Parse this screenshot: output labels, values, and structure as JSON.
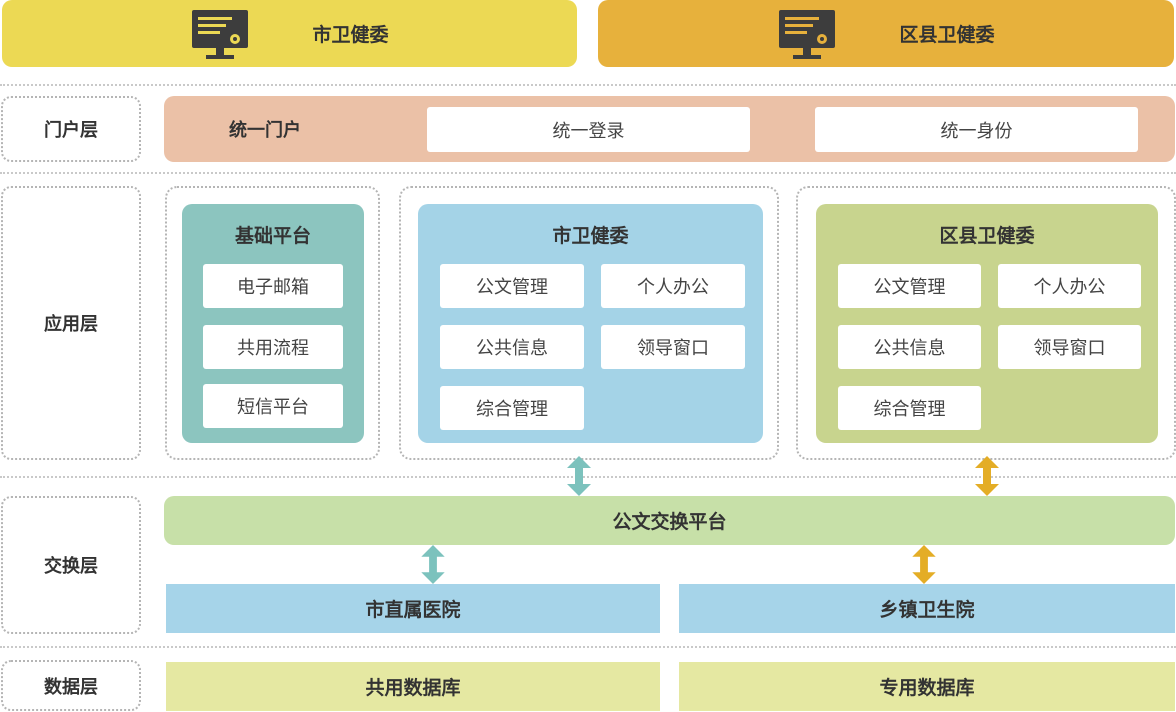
{
  "banners": {
    "city": "市卫健委",
    "county": "区县卫健委"
  },
  "layers": {
    "portal": "门户层",
    "application": "应用层",
    "exchange": "交换层",
    "data": "数据层"
  },
  "portal": {
    "title": "统一门户",
    "items": [
      "统一登录",
      "统一身份"
    ]
  },
  "apps": {
    "basic": {
      "title": "基础平台",
      "items": [
        "电子邮箱",
        "共用流程",
        "短信平台"
      ]
    },
    "city": {
      "title": "市卫健委",
      "items": [
        "公文管理",
        "个人办公",
        "公共信息",
        "领导窗口",
        "综合管理"
      ]
    },
    "county": {
      "title": "区县卫健委",
      "items": [
        "公文管理",
        "个人办公",
        "公共信息",
        "领导窗口",
        "综合管理"
      ]
    }
  },
  "exchange": {
    "platform": "公文交换平台",
    "targets": [
      "市直属医院",
      "乡镇卫生院"
    ]
  },
  "databases": [
    "共用数据库",
    "专用数据库"
  ],
  "colors": {
    "city_banner": "#ecd954",
    "county_banner": "#e7b13c",
    "portal": "#ebc1a7",
    "basic_panel": "#8cc5bf",
    "city_panel": "#a4d3e7",
    "county_panel": "#c8d48e",
    "exchange": "#c7e0a8",
    "hospital": "#a6d4e9",
    "database": "#e5e8a2",
    "teal_arrow": "#7cc2bd",
    "gold_arrow": "#e4ad26",
    "icon": "#3d3d3d"
  },
  "icons": [
    "monitor-gear-icon",
    "double-arrow-icon"
  ]
}
